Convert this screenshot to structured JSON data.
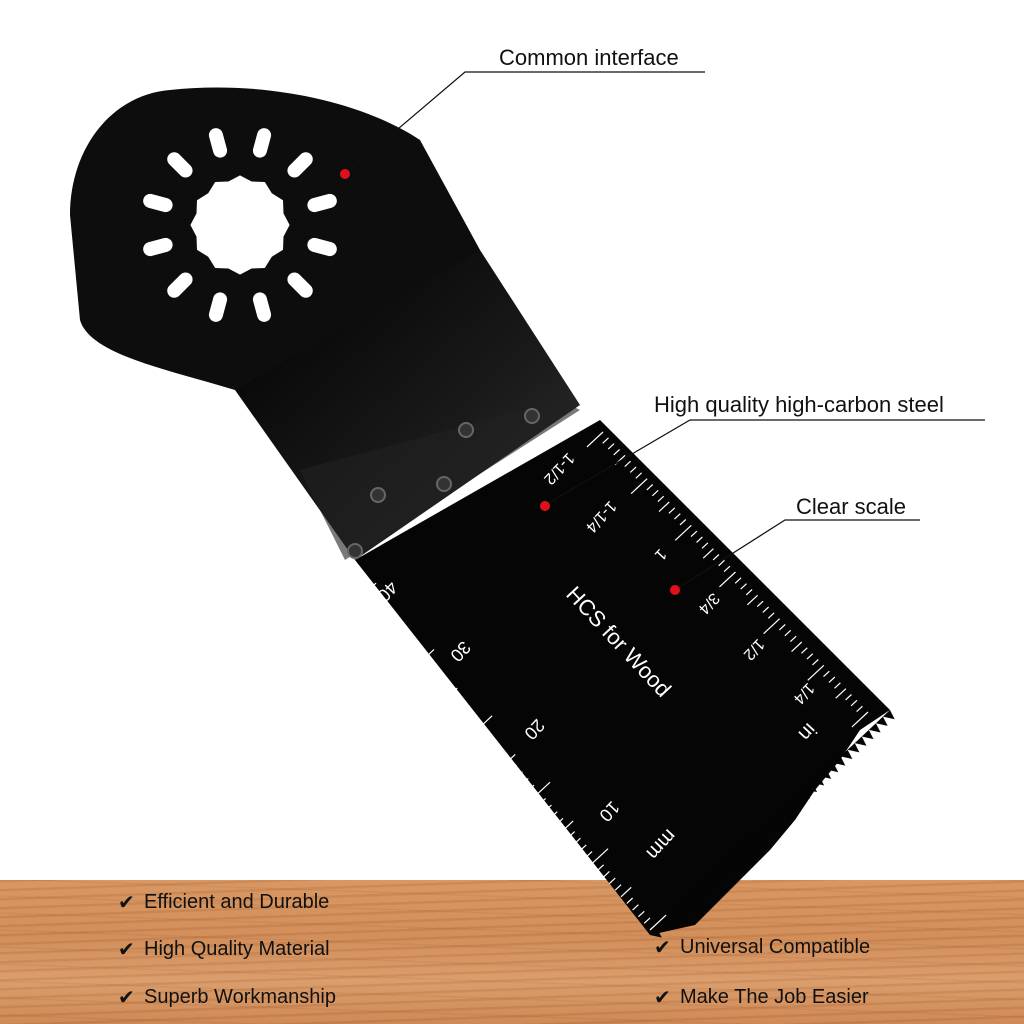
{
  "callouts": [
    {
      "label": "Common interface"
    },
    {
      "label": "High quality high-carbon steel"
    },
    {
      "label": "Clear scale"
    }
  ],
  "blade": {
    "text": "HCS for Wood",
    "mm_unit": "mm",
    "in_unit": "in",
    "mm_ticks": [
      "10",
      "20",
      "30",
      "40"
    ],
    "in_ticks": [
      "1/4",
      "1/2",
      "3/4",
      "1",
      "1-1/4",
      "1-1/2"
    ]
  },
  "features_left": [
    "Efficient and Durable",
    "High Quality Material",
    "Superb Workmanship"
  ],
  "features_right": [
    "Universal Compatible",
    "Make The Job Easier"
  ],
  "icons": {
    "check": "check-icon",
    "marker_color": "#e0101a"
  }
}
